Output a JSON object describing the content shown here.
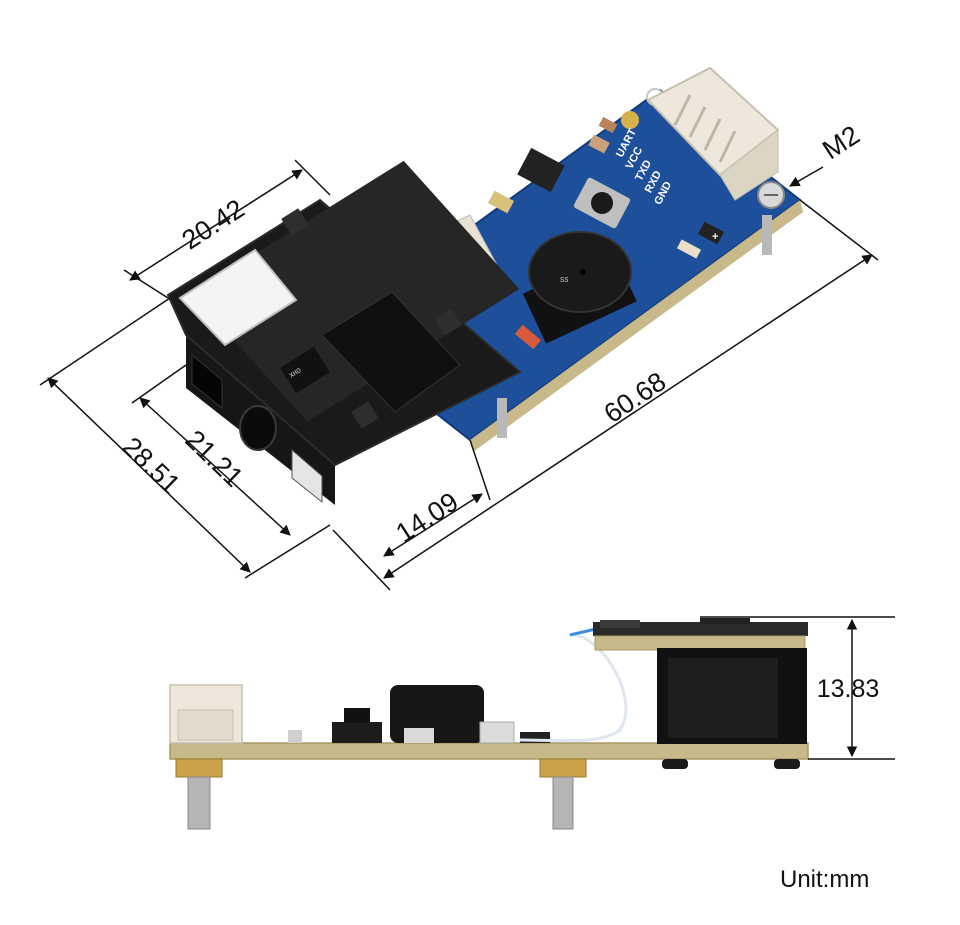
{
  "dimensions": {
    "scanner_width": "20.42",
    "board_length": "60.68",
    "overall_depth": "28.51",
    "scanner_depth": "21.21",
    "board_width": "14.09",
    "scanner_height": "13.83",
    "mount_hole": "M2"
  },
  "board": {
    "connector_pins": [
      "UART",
      "VCC",
      "TXD",
      "RXD",
      "GND"
    ],
    "plus_mark": "+",
    "chip_marking": "XHO",
    "buzzer_marking": "SS"
  },
  "unit_label": "Unit:mm",
  "colors": {
    "pcb_blue": "#1d4f9a",
    "scanner_black": "#1a1a1a",
    "connector_white": "#eee8dc",
    "dimension_line": "#111111",
    "pcb_edge": "#c8b98a",
    "brass": "#c9a24a"
  }
}
